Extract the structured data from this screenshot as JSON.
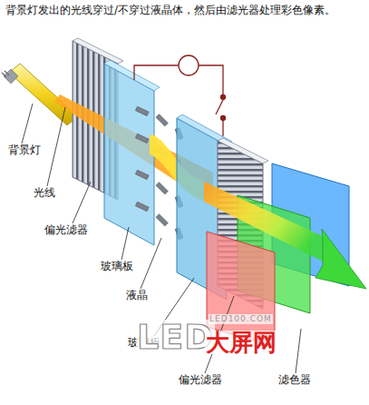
{
  "diagram": {
    "title": "背景灯发出的光线穿过/不穿过液晶体，然后由滤光器处理彩色像素。",
    "labels": [
      "背景灯",
      "光线",
      "偏光滤器",
      "玻璃板",
      "液晶",
      "玻璃板",
      "偏光滤器",
      "滤色器",
      "LED",
      "大屏网",
      "LED100.COM"
    ]
  }
}
